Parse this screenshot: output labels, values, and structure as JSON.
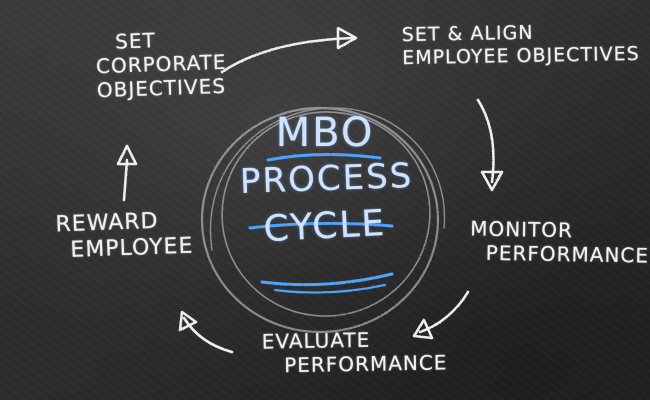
{
  "center_title": {
    "line1": "MBO",
    "line2": "PROCESS",
    "line3": "CYCLE"
  },
  "steps": {
    "set_corporate": [
      "SET",
      "CORPORATE",
      "OBJECTIVES"
    ],
    "set_align": [
      "SET & ALIGN",
      "EMPLOYEE OBJECTIVES"
    ],
    "monitor": [
      "MONITOR",
      "PERFORMANCE"
    ],
    "evaluate": [
      "EVALUATE",
      "PERFORMANCE"
    ],
    "reward": [
      "REWARD",
      "EMPLOYEE"
    ]
  },
  "colors": {
    "chalk_white": "#f2f2f2",
    "chalk_blue": "#4fa3ff",
    "board": "#2e2e2e"
  }
}
